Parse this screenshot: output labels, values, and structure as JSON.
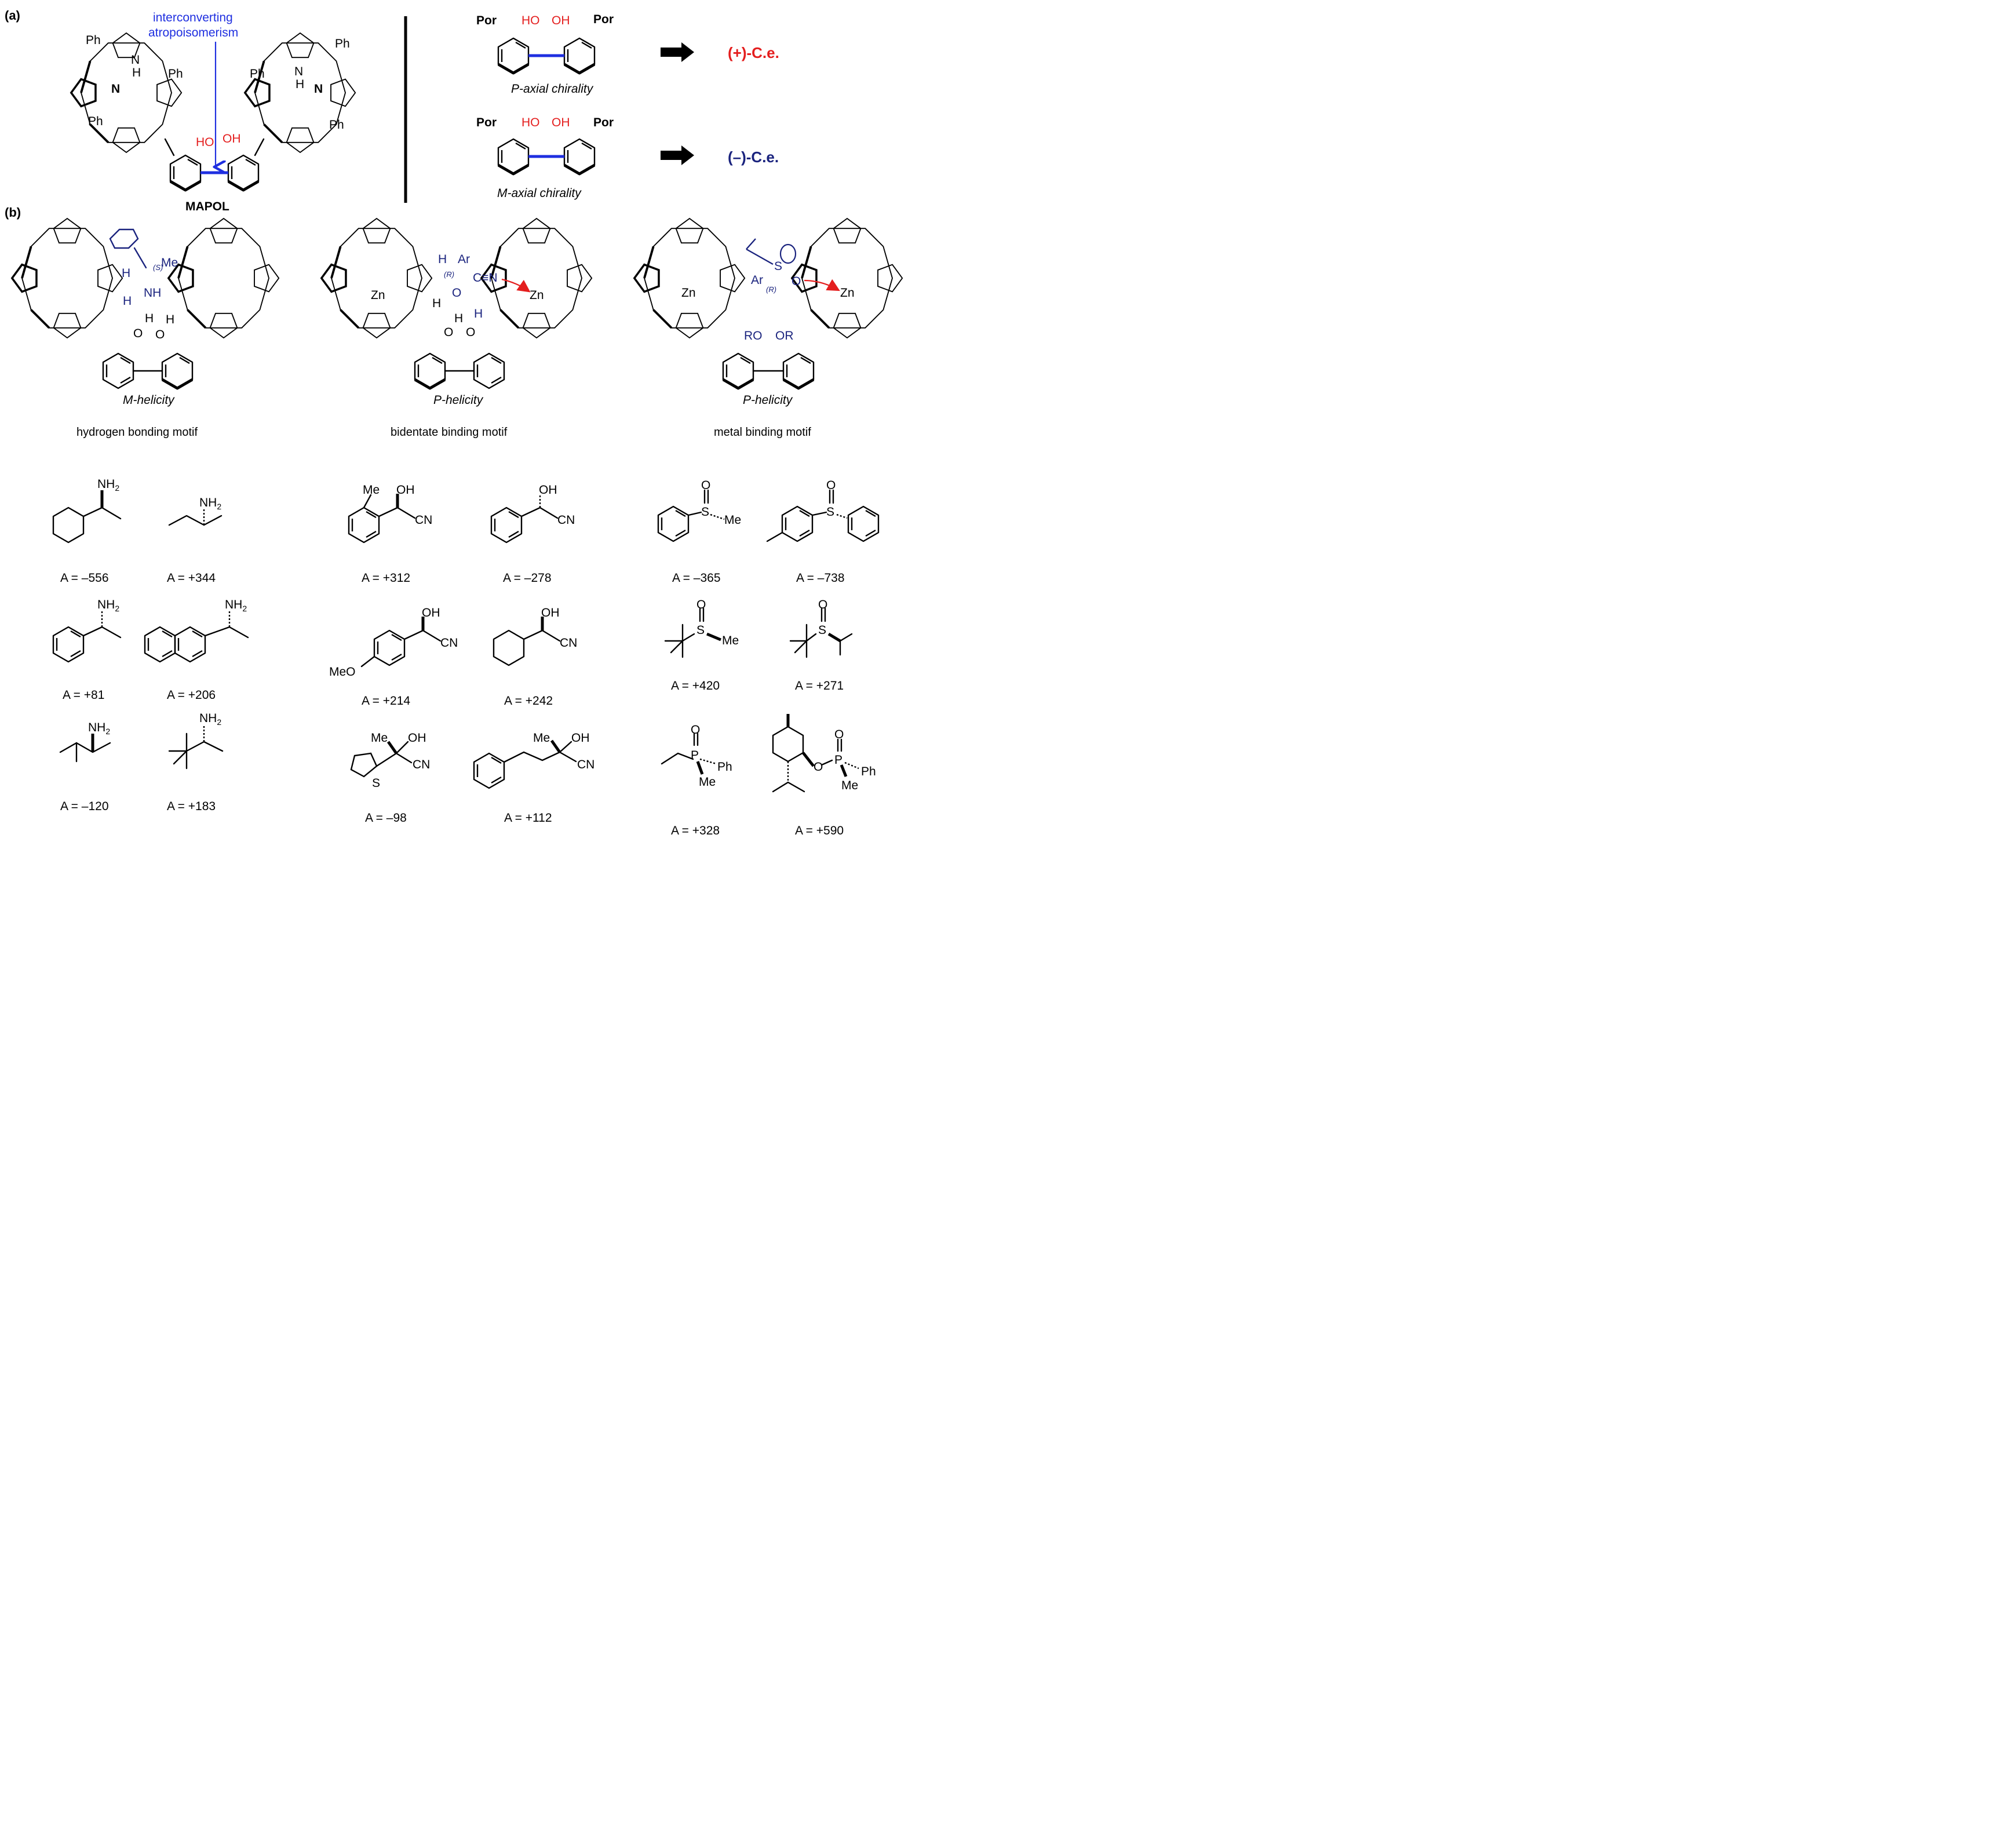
{
  "panel_a": {
    "label": "(a)",
    "annotation_line1": "interconverting",
    "annotation_line2": "atropoisomerism",
    "compound_name": "MAPOL",
    "substituent_por": "Por",
    "ho": "HO",
    "oh": "OH",
    "ph": "Ph",
    "n": "N",
    "nh": "N",
    "h": "H",
    "p_chirality": "P-axial chirality",
    "m_chirality": "M-axial chirality",
    "p_result": "(+)-C.e.",
    "m_result": "(–)-C.e.",
    "colors": {
      "positive": "#e41e1e",
      "negative": "#1a237e",
      "axis": "#1f2fe0"
    }
  },
  "panel_b": {
    "label": "(b)",
    "motifs": [
      {
        "helicity": "M-helicity",
        "motif": "hydrogen bonding motif",
        "stereo": "(S)",
        "sub1": "Me",
        "sub2": "NH",
        "h": "H"
      },
      {
        "helicity": "P-helicity",
        "motif": "bidentate binding motif",
        "stereo": "(R)",
        "sub1": "Ar",
        "sub2": "C≡N",
        "h": "H",
        "o": "O",
        "zn": "Zn"
      },
      {
        "helicity": "P-helicity",
        "motif": "metal binding motif",
        "stereo": "(R)",
        "sub1": "Ar",
        "s": "S",
        "o": "O",
        "ro": "RO",
        "or": "OR",
        "zn": "Zn"
      }
    ]
  },
  "guests": {
    "amines": [
      {
        "value": "A = –556",
        "label": "NH2"
      },
      {
        "value": "A = +344",
        "label": "NH2"
      },
      {
        "value": "A = +81",
        "label": "NH2"
      },
      {
        "value": "A = +206",
        "label": "NH2"
      },
      {
        "value": "A = –120",
        "label": "NH2"
      },
      {
        "value": "A = +183",
        "label": "NH2"
      }
    ],
    "cyanohydrins": [
      {
        "value": "A = +312",
        "labels": [
          "Me",
          "OH",
          "CN"
        ]
      },
      {
        "value": "A = –278",
        "labels": [
          "OH",
          "CN"
        ]
      },
      {
        "value": "A = +214",
        "labels": [
          "OH",
          "CN",
          "MeO"
        ]
      },
      {
        "value": "A = +242",
        "labels": [
          "OH",
          "CN"
        ]
      },
      {
        "value": "A = –98",
        "labels": [
          "Me",
          "OH",
          "CN",
          "S"
        ]
      },
      {
        "value": "A = +112",
        "labels": [
          "Me",
          "OH",
          "CN"
        ]
      }
    ],
    "sulfoxides": [
      {
        "value": "A = –365",
        "labels": [
          "O",
          "S",
          "Me"
        ]
      },
      {
        "value": "A = –738",
        "labels": [
          "O",
          "S"
        ]
      },
      {
        "value": "A = +420",
        "labels": [
          "O",
          "S",
          "Me"
        ]
      },
      {
        "value": "A = +271",
        "labels": [
          "O",
          "S"
        ]
      },
      {
        "value": "A = +328",
        "labels": [
          "O",
          "P",
          "Ph",
          "Me"
        ]
      },
      {
        "value": "A = +590",
        "labels": [
          "O",
          "P",
          "Ph",
          "Me",
          "O"
        ]
      }
    ]
  }
}
